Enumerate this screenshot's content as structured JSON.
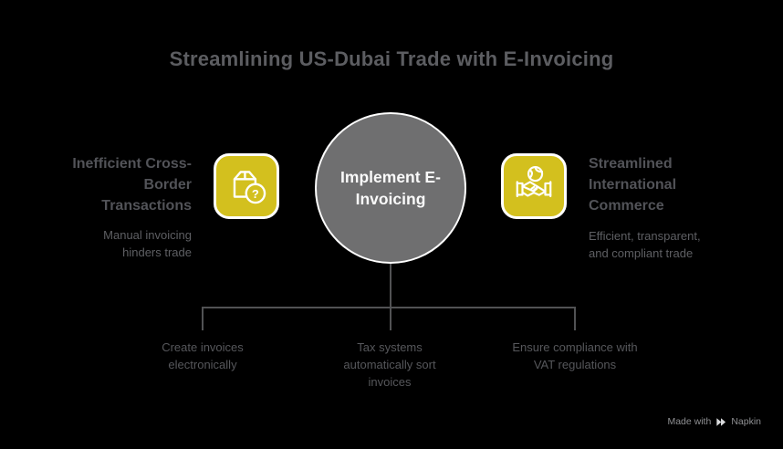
{
  "title": "Streamlining US-Dubai Trade with E-Invoicing",
  "colors": {
    "background": "#000000",
    "accent_yellow": "#d3c01e",
    "circle_gray": "#6f6f70",
    "heading_gray": "#525358",
    "line_gray": "#515254",
    "icon_stroke": "#ffffff",
    "watermark_gray": "#8f9093"
  },
  "left_node": {
    "heading": "Inefficient Cross-\nBorder\nTransactions",
    "subtitle": "Manual invoicing\nhinders trade",
    "icon": "package-question-icon",
    "question_glyph": "?"
  },
  "center_node": {
    "label": "Implement E-\nInvoicing"
  },
  "right_node": {
    "heading": "Streamlined\nInternational\nCommerce",
    "subtitle": "Efficient, transparent,\nand compliant trade",
    "icon": "handshake-globe-icon"
  },
  "steps": [
    {
      "label": "Create invoices\nelectronically"
    },
    {
      "label": "Tax systems\nautomatically sort\ninvoices"
    },
    {
      "label": "Ensure compliance with\nVAT regulations"
    }
  ],
  "watermark": {
    "made_with": "Made with",
    "brand": "Napkin"
  }
}
